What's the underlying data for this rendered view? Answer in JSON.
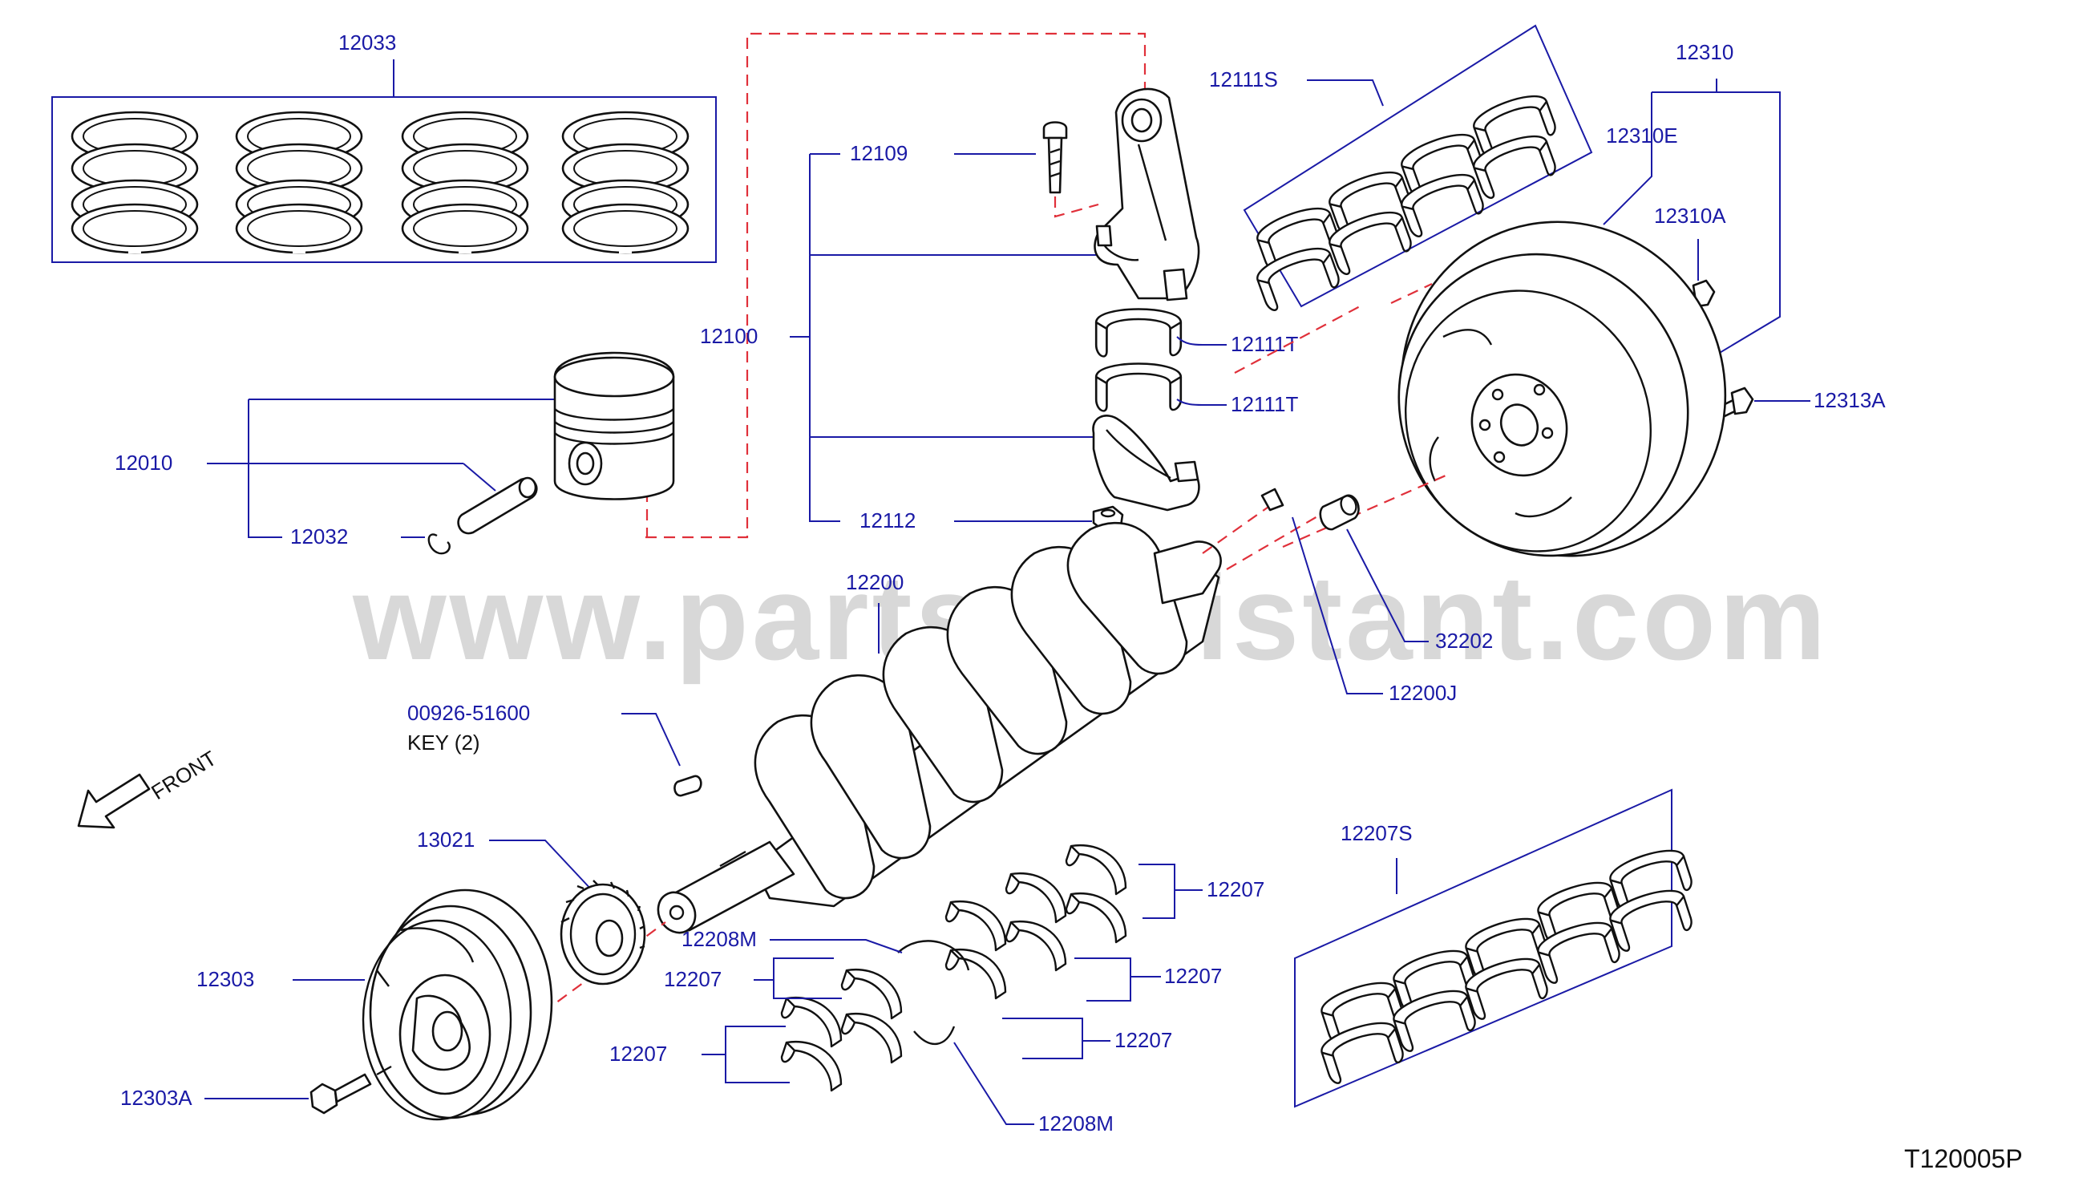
{
  "watermark": "www.partsassistant.com",
  "diagram_code": "T120005P",
  "front_label": "FRONT",
  "key_note": "KEY  (2)",
  "labels": {
    "p12033": "12033",
    "p12109": "12109",
    "p12111S": "12111S",
    "p12310": "12310",
    "p12310E": "12310E",
    "p12310A": "12310A",
    "p12100": "12100",
    "p12111T_a": "12111T",
    "p12111T_b": "12111T",
    "p12010": "12010",
    "p12032": "12032",
    "p12112": "12112",
    "p12313A": "12313A",
    "p12200": "12200",
    "p32202": "32202",
    "p12200J": "12200J",
    "p00926": "00926-51600",
    "p13021": "13021",
    "p12207S": "12207S",
    "p12207_a": "12207",
    "p12208M_a": "12208M",
    "p12207_b": "12207",
    "p12207_c": "12207",
    "p12303": "12303",
    "p12207_d": "12207",
    "p12207_e": "12207",
    "p12303A": "12303A",
    "p12208M_b": "12208M"
  },
  "colors": {
    "label_blue": "#1a1aa6",
    "leader_blue": "#1a1aa6",
    "dashed_red": "#e0303a",
    "outline_black": "#111111",
    "watermark_gray": "#d8d8d8"
  }
}
